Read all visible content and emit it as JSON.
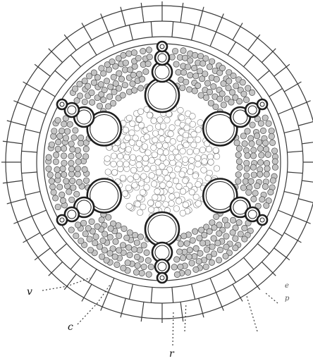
{
  "figure": {
    "labels": {
      "v": "v",
      "c": "c",
      "r": "r",
      "e": "e",
      "p": "p"
    },
    "xylem_arms": 6,
    "phloem_groups": 6,
    "colors": {
      "ink": "#2a2a2a",
      "phloem_fill": "#c4c4c4",
      "background": "#ffffff"
    }
  }
}
